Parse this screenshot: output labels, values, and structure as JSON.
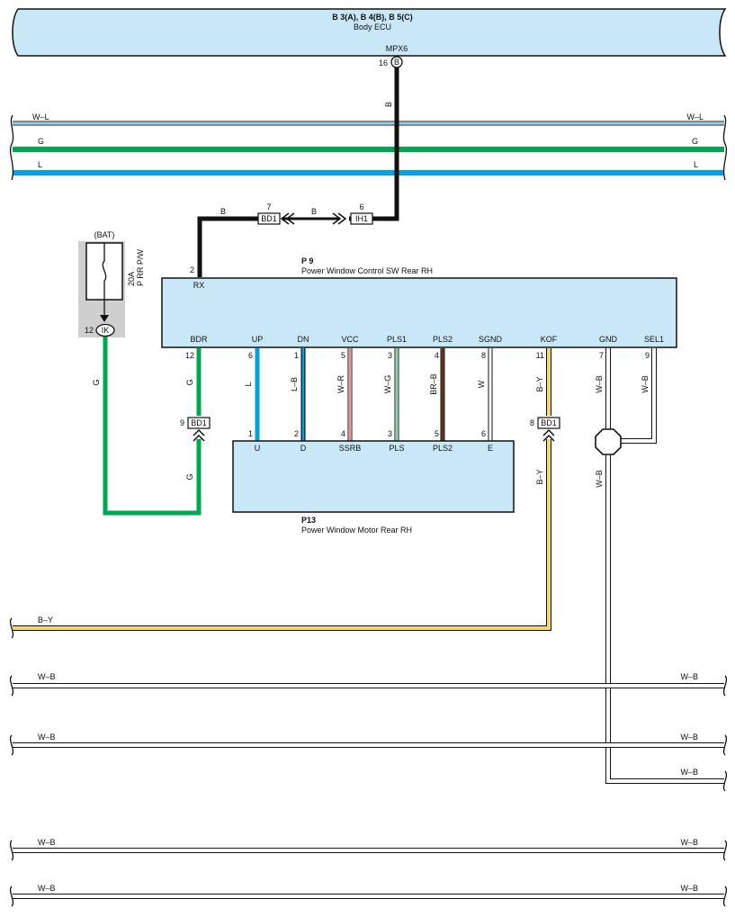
{
  "ecu": {
    "code": "B 3(A), B 4(B), B 5(C)",
    "name": "Body ECU",
    "pin_name": "MPX6",
    "pin_no": "16",
    "connector": "B"
  },
  "switch": {
    "code": "P 9",
    "name": "Power Window Control SW Rear RH"
  },
  "motor": {
    "code": "P13",
    "name": "Power Window Motor Rear RH"
  },
  "fuse": {
    "supply": "(BAT)",
    "rating": "20A",
    "name": "P RR P/W"
  },
  "connectors": {
    "ik": "IK",
    "ik_pin": "12",
    "bd1": "BD1",
    "ih1": "IH1",
    "bd1_rx_pin": "7",
    "ih1_pin": "6",
    "bd1_bdr_pin": "9",
    "bd1_kof_pin": "8"
  },
  "colors": {
    "B": "#111111",
    "G": "#00a650",
    "L": "#00a3e0",
    "W": "#ffffff",
    "R": "#e3262b",
    "BR": "#8b4a2b",
    "Y": "#f3d67a",
    "fill": "#c9e8f7",
    "gray": "#cfcfcf"
  },
  "wire_labels": {
    "mpx": "B",
    "rx_left": "B",
    "rx_mid": "B",
    "ik": "G",
    "bdr_top": "G",
    "bdr_bot": "G",
    "up": "L",
    "dn": "L–B",
    "vcc": "W–R",
    "pls1": "W–G",
    "pls2": "BR–B",
    "sgnd": "W",
    "kof_top": "B–Y",
    "kof_bot": "B–Y",
    "gnd": "W–B",
    "sel1": "W–B",
    "gnd_down": "W–B"
  },
  "switch_pins": [
    {
      "name": "RX",
      "no": "2"
    },
    {
      "name": "BDR",
      "no": "12"
    },
    {
      "name": "UP",
      "no": "6"
    },
    {
      "name": "DN",
      "no": "1"
    },
    {
      "name": "VCC",
      "no": "5"
    },
    {
      "name": "PLS1",
      "no": "3"
    },
    {
      "name": "PLS2",
      "no": "4"
    },
    {
      "name": "SGND",
      "no": "8"
    },
    {
      "name": "KOF",
      "no": "11"
    },
    {
      "name": "GND",
      "no": "7"
    },
    {
      "name": "SEL1",
      "no": "9"
    }
  ],
  "motor_pins": [
    {
      "name": "U",
      "no": "1"
    },
    {
      "name": "D",
      "no": "2"
    },
    {
      "name": "SSRB",
      "no": "4"
    },
    {
      "name": "PLS",
      "no": "3"
    },
    {
      "name": "PLS2",
      "no": "5"
    },
    {
      "name": "E",
      "no": "6"
    }
  ],
  "buses": [
    {
      "left": "W–L",
      "right": "W–L"
    },
    {
      "left": "G",
      "right": "G"
    },
    {
      "left": "L",
      "right": "L"
    },
    {
      "left": "B–Y",
      "right": ""
    },
    {
      "left": "W–B",
      "right": "W–B"
    },
    {
      "left": "W–B",
      "right": "W–B"
    },
    {
      "left": "",
      "right": "W–B"
    },
    {
      "left": "W–B",
      "right": "W–B"
    },
    {
      "left": "W–B",
      "right": "W–B"
    }
  ]
}
